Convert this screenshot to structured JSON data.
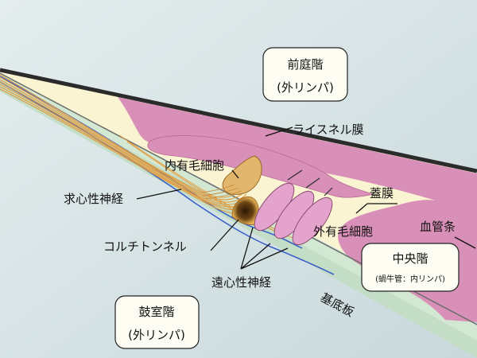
{
  "labels": {
    "scala_vestibuli": "前庭階",
    "scala_vestibuli_sub": "(外リンパ)",
    "reissner": "ライスネル膜",
    "inner_hair": "内有毛細胞",
    "tectorial": "蓋膜",
    "afferent": "求心性神経",
    "stria": "血管条",
    "outer_hair": "外有毛細胞",
    "scala_media": "中央階",
    "scala_media_sub": "(蝸牛管：内リンパ)",
    "corti_tunnel": "コルチトンネル",
    "efferent": "遠心性神経",
    "basilar": "基底板",
    "scala_tympani": "鼓室階",
    "scala_tympani_sub": "(外リンパ)"
  },
  "colors": {
    "background": "#d7e4e6",
    "perilymph_lower": "#c3ddc7",
    "cochlear_duct": "#fbf4d2",
    "membrane_pink": "#d990b8",
    "outer_hair_cell": "#e4a3cc",
    "inner_hair_cell": "#e2b66c",
    "nerve_fiber": "#e39a3a",
    "corti_tunnel": "#a46a22",
    "dark_line": "#2b2b2b",
    "blue_line": "#3a62c9"
  }
}
